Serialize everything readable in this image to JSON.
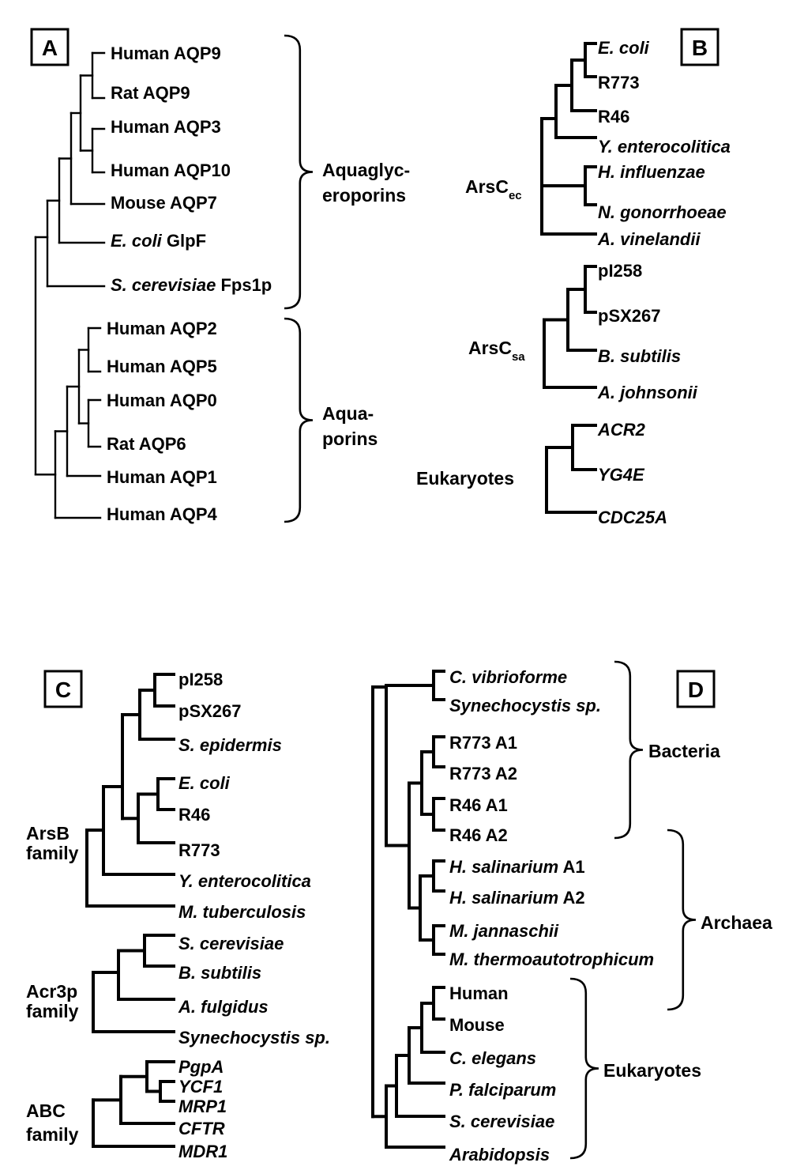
{
  "panels": {
    "A": {
      "letter": "A",
      "leaves": [
        {
          "id": "a1",
          "parts": [
            {
              "t": "Human AQP9"
            }
          ]
        },
        {
          "id": "a2",
          "parts": [
            {
              "t": "Rat AQP9"
            }
          ]
        },
        {
          "id": "a3",
          "parts": [
            {
              "t": "Human AQP3"
            }
          ]
        },
        {
          "id": "a4",
          "parts": [
            {
              "t": "Human AQP10"
            }
          ]
        },
        {
          "id": "a5",
          "parts": [
            {
              "t": "Mouse AQP7"
            }
          ]
        },
        {
          "id": "a6",
          "parts": [
            {
              "t": "E. coli",
              "i": true
            },
            {
              "t": " GlpF"
            }
          ]
        },
        {
          "id": "a7",
          "parts": [
            {
              "t": "S. cerevisiae",
              "i": true
            },
            {
              "t": " Fps1p"
            }
          ]
        },
        {
          "id": "a8",
          "parts": [
            {
              "t": "Human AQP2"
            }
          ]
        },
        {
          "id": "a9",
          "parts": [
            {
              "t": "Human AQP5"
            }
          ]
        },
        {
          "id": "a10",
          "parts": [
            {
              "t": "Human AQP0"
            }
          ]
        },
        {
          "id": "a11",
          "parts": [
            {
              "t": "Rat AQP6"
            }
          ]
        },
        {
          "id": "a12",
          "parts": [
            {
              "t": "Human AQP1"
            }
          ]
        },
        {
          "id": "a13",
          "parts": [
            {
              "t": "Human AQP4"
            }
          ]
        }
      ],
      "groups": [
        {
          "id": "ga1",
          "lines": [
            "Aquaglyc-",
            "eroporins"
          ]
        },
        {
          "id": "ga2",
          "lines": [
            "Aqua-",
            "porins"
          ]
        }
      ]
    },
    "B": {
      "letter": "B",
      "leaves": [
        {
          "id": "b1",
          "parts": [
            {
              "t": "E. coli",
              "i": true
            }
          ]
        },
        {
          "id": "b2",
          "parts": [
            {
              "t": "R773"
            }
          ]
        },
        {
          "id": "b3",
          "parts": [
            {
              "t": "R46"
            }
          ]
        },
        {
          "id": "b4",
          "parts": [
            {
              "t": "Y. enterocolitica",
              "i": true
            }
          ]
        },
        {
          "id": "b5",
          "parts": [
            {
              "t": "H. influenzae",
              "i": true
            }
          ]
        },
        {
          "id": "b6",
          "parts": [
            {
              "t": "N. gonorrhoeae",
              "i": true
            }
          ]
        },
        {
          "id": "b7",
          "parts": [
            {
              "t": "A. vinelandii",
              "i": true
            }
          ]
        },
        {
          "id": "b8",
          "parts": [
            {
              "t": "pI258"
            }
          ]
        },
        {
          "id": "b9",
          "parts": [
            {
              "t": "pSX267"
            }
          ]
        },
        {
          "id": "b10",
          "parts": [
            {
              "t": "B. subtilis",
              "i": true
            }
          ]
        },
        {
          "id": "b11",
          "parts": [
            {
              "t": "A. johnsonii",
              "i": true
            }
          ]
        },
        {
          "id": "b12",
          "parts": [
            {
              "t": "ACR2",
              "i": true
            }
          ]
        },
        {
          "id": "b13",
          "parts": [
            {
              "t": "YG4E",
              "i": true
            }
          ]
        },
        {
          "id": "b14",
          "parts": [
            {
              "t": "CDC25A",
              "i": true
            }
          ]
        }
      ],
      "groups": [
        {
          "id": "gb1",
          "main": "ArsC",
          "sub": "ec"
        },
        {
          "id": "gb2",
          "main": "ArsC",
          "sub": "sa"
        },
        {
          "id": "gb3",
          "main": "Eukaryotes",
          "sub": ""
        }
      ]
    },
    "C": {
      "letter": "C",
      "leaves": [
        {
          "id": "c1",
          "parts": [
            {
              "t": "pI258"
            }
          ]
        },
        {
          "id": "c2",
          "parts": [
            {
              "t": "pSX267"
            }
          ]
        },
        {
          "id": "c3",
          "parts": [
            {
              "t": "S. epidermis",
              "i": true
            }
          ]
        },
        {
          "id": "c4",
          "parts": [
            {
              "t": "E. coli",
              "i": true
            }
          ]
        },
        {
          "id": "c5",
          "parts": [
            {
              "t": "R46"
            }
          ]
        },
        {
          "id": "c6",
          "parts": [
            {
              "t": "R773"
            }
          ]
        },
        {
          "id": "c7",
          "parts": [
            {
              "t": "Y. enterocolitica",
              "i": true
            }
          ]
        },
        {
          "id": "c8",
          "parts": [
            {
              "t": "M. tuberculosis",
              "i": true
            }
          ]
        },
        {
          "id": "c9",
          "parts": [
            {
              "t": "S. cerevisiae",
              "i": true
            }
          ]
        },
        {
          "id": "c10",
          "parts": [
            {
              "t": "B. subtilis",
              "i": true
            }
          ]
        },
        {
          "id": "c11",
          "parts": [
            {
              "t": "A. fulgidus",
              "i": true
            }
          ]
        },
        {
          "id": "c12",
          "parts": [
            {
              "t": "Synechocystis sp.",
              "i": true
            }
          ]
        },
        {
          "id": "c13",
          "parts": [
            {
              "t": "PgpA",
              "i": true
            }
          ]
        },
        {
          "id": "c14",
          "parts": [
            {
              "t": "YCF1",
              "i": true
            }
          ]
        },
        {
          "id": "c15",
          "parts": [
            {
              "t": "MRP1",
              "i": true
            }
          ]
        },
        {
          "id": "c16",
          "parts": [
            {
              "t": "CFTR",
              "i": true
            }
          ]
        },
        {
          "id": "c17",
          "parts": [
            {
              "t": "MDR1",
              "i": true
            }
          ]
        }
      ],
      "groups": [
        {
          "id": "gc1",
          "lines": [
            "ArsB",
            "family"
          ]
        },
        {
          "id": "gc2",
          "lines": [
            "Acr3p",
            "family"
          ]
        },
        {
          "id": "gc3",
          "lines": [
            "ABC",
            "family"
          ]
        }
      ]
    },
    "D": {
      "letter": "D",
      "leaves": [
        {
          "id": "d1",
          "parts": [
            {
              "t": "C. vibrioforme",
              "i": true
            }
          ]
        },
        {
          "id": "d2",
          "parts": [
            {
              "t": "Synechocystis sp.",
              "i": true
            }
          ]
        },
        {
          "id": "d3",
          "parts": [
            {
              "t": "R773 A1"
            }
          ]
        },
        {
          "id": "d4",
          "parts": [
            {
              "t": "R773 A2"
            }
          ]
        },
        {
          "id": "d5",
          "parts": [
            {
              "t": "R46 A1"
            }
          ]
        },
        {
          "id": "d6",
          "parts": [
            {
              "t": "R46 A2"
            }
          ]
        },
        {
          "id": "d7",
          "parts": [
            {
              "t": "H. salinarium",
              "i": true
            },
            {
              "t": " A1"
            }
          ]
        },
        {
          "id": "d8",
          "parts": [
            {
              "t": "H. salinarium",
              "i": true
            },
            {
              "t": " A2"
            }
          ]
        },
        {
          "id": "d9",
          "parts": [
            {
              "t": "M. jannaschii",
              "i": true
            }
          ]
        },
        {
          "id": "d10",
          "parts": [
            {
              "t": "M. thermoautotrophicum",
              "i": true
            }
          ]
        },
        {
          "id": "d11",
          "parts": [
            {
              "t": "Human"
            }
          ]
        },
        {
          "id": "d12",
          "parts": [
            {
              "t": "Mouse"
            }
          ]
        },
        {
          "id": "d13",
          "parts": [
            {
              "t": "C. elegans",
              "i": true
            }
          ]
        },
        {
          "id": "d14",
          "parts": [
            {
              "t": "P. falciparum",
              "i": true
            }
          ]
        },
        {
          "id": "d15",
          "parts": [
            {
              "t": "S. cerevisiae",
              "i": true
            }
          ]
        },
        {
          "id": "d16",
          "parts": [
            {
              "t": "Arabidopsis",
              "i": true
            }
          ]
        }
      ],
      "groups": [
        {
          "id": "gd1",
          "lines": [
            "Bacteria"
          ]
        },
        {
          "id": "gd2",
          "lines": [
            "Archaea"
          ]
        },
        {
          "id": "gd3",
          "lines": [
            "Eukaryotes"
          ]
        }
      ]
    }
  }
}
